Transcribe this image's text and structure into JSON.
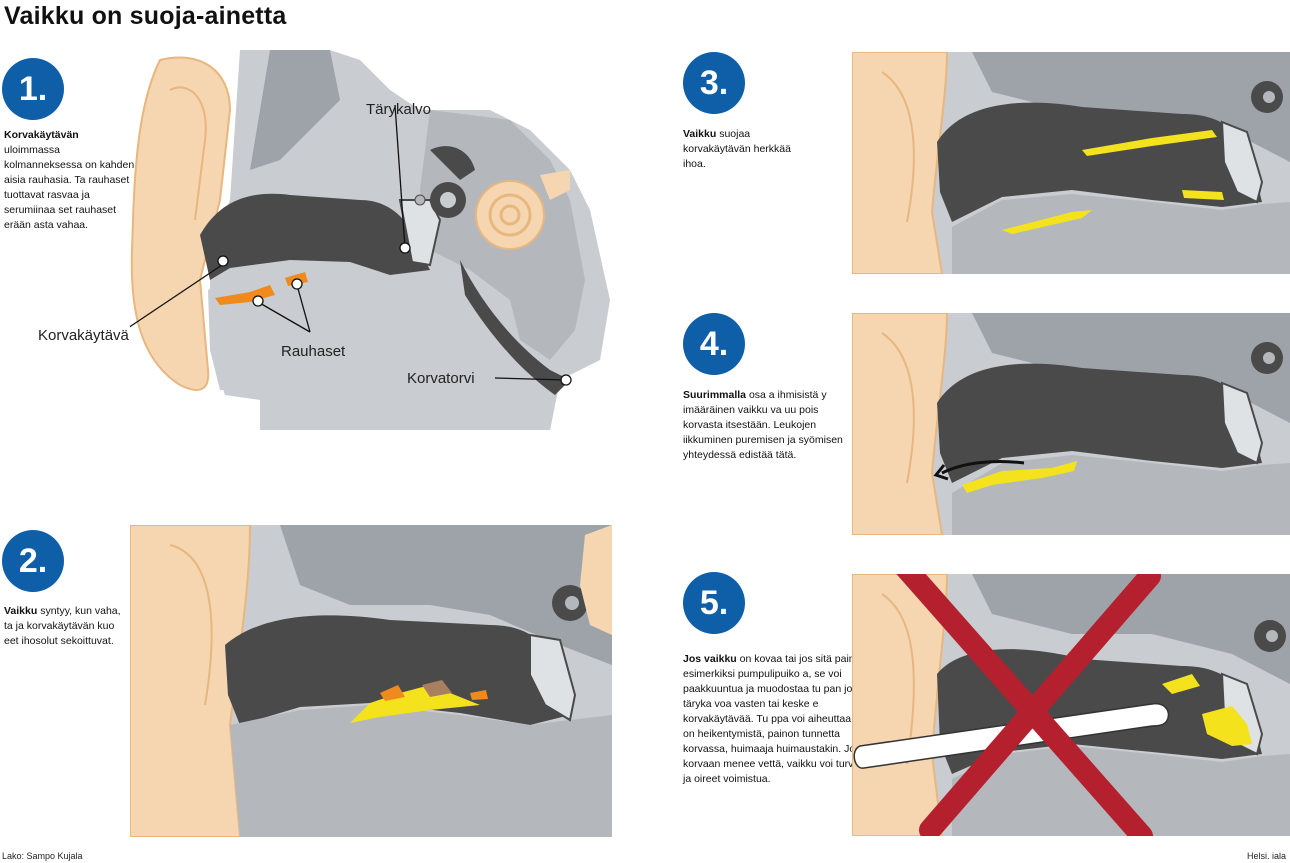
{
  "title": "Vaikku on suoja-ainetta",
  "colors": {
    "badge": "#0f5ea8",
    "skin": "#f5d6b0",
    "canal": "#4a4a4a",
    "bone": "#c9ccd0",
    "gland": "#f08a1c",
    "wax": "#f4e21c",
    "cross": "#b5202e"
  },
  "panels": [
    {
      "number": "1.",
      "text_bold": "Korvakäytävän",
      "text": "uloimmassa kolmanneksessa on kahden aisia rauhasia. Ta rauhaset tuottavat rasvaa ja serumiinaa set rauhaset erään asta vahaa."
    },
    {
      "number": "2.",
      "text_bold": "Vaikku",
      "text": "syntyy, kun vaha, ta ja korvakäytävän kuo eet ihosolut sekoittuvat."
    },
    {
      "number": "3.",
      "text_bold": "Vaikku",
      "text": "suojaa korvakäytävän herkkää ihoa."
    },
    {
      "number": "4.",
      "text_bold": "Suurimmalla",
      "text": "osa a ihmisistä y imääräinen vaikku va uu pois korvasta itsestään. Leukojen iikkuminen puremisen ja syömisen yhteydessä edistää tätä."
    },
    {
      "number": "5.",
      "text_bold": "Jos vaikku",
      "text": "on kovaa tai jos sitä painaa esimerkiksi pumpulipuiko a, se voi paakkuuntua ja muodostaa tu pan joko täryka voa vasten tai keske e korvakäytävää. Tu ppa voi aiheuttaa kuu on heikentymistä, painon tunnetta korvassa, huimaaja huimaustakin. Jos korvaan menee vettä, vaikku voi turvota ja oireet voimistua."
    }
  ],
  "labels": {
    "tarykalvo": "Tärykalvo",
    "korvakaytava": "Korvakäytävä",
    "rauhaset": "Rauhaset",
    "korvatorvi": "Korvatorvi"
  },
  "credits": {
    "left": "Lako: Sampo Kujala",
    "right": "Helsi. iala"
  }
}
